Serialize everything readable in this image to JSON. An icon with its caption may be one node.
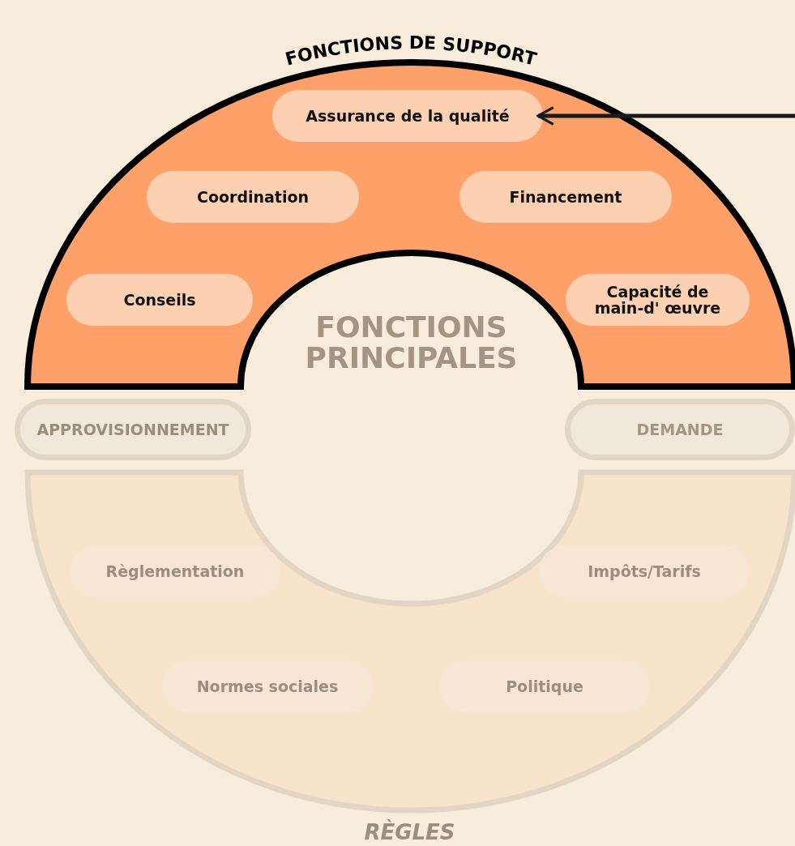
{
  "diagram": {
    "nodes": [
      {
        "text": [
          "FONCTIONS DE SUPPORT"
        ]
      },
      {
        "text": [
          "Assurance de la qualité"
        ],
        "in": 0
      },
      {
        "text": [
          "Coordination"
        ],
        "in": 0
      },
      {
        "text": [
          "Financement"
        ],
        "in": 0
      },
      {
        "text": [
          "Conseils"
        ],
        "in": 0
      },
      {
        "text": [
          "Capacité de main-d' œuvre"
        ],
        "in": 0
      },
      {
        "text": [
          "FONCTIONS PRINCIPALES"
        ]
      },
      {
        "text": [
          "APPROVISIONNEMENT"
        ]
      },
      {
        "text": [
          "DEMANDE"
        ]
      },
      {
        "text": [
          "RÈGLES"
        ]
      },
      {
        "text": [
          "Règlementation"
        ],
        "in": 9
      },
      {
        "text": [
          "Impôts/Tarifs"
        ],
        "in": 9
      },
      {
        "text": [
          "Normes sociales"
        ],
        "in": 9
      },
      {
        "text": [
          "Politique"
        ],
        "in": 9
      }
    ],
    "edges": [
      {
        "from": null,
        "to": 1,
        "arrow": "to"
      }
    ]
  }
}
